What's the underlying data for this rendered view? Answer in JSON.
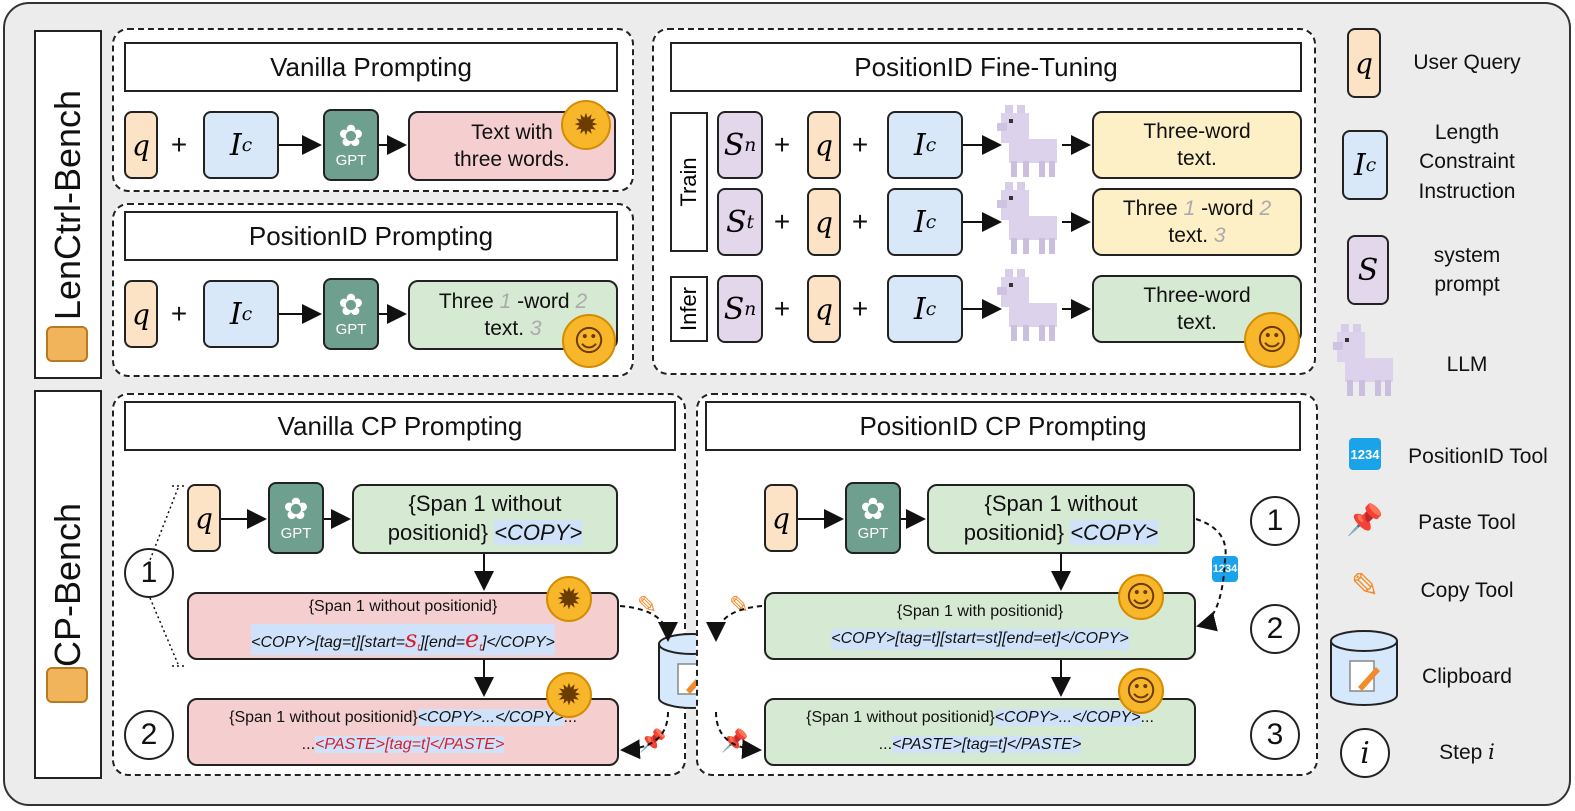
{
  "sections": {
    "lenctrl": "LenCtrl-Bench",
    "cp": "CP-Bench"
  },
  "titles": {
    "vanilla_prompting": "Vanilla Prompting",
    "positionid_prompting": "PositionID Prompting",
    "positionid_finetuning": "PositionID Fine-Tuning",
    "vanilla_cp": "Vanilla CP Prompting",
    "positionid_cp": "PositionID CP Prompting"
  },
  "symbols": {
    "q": "q",
    "I": "I",
    "c": "c",
    "S": "S",
    "n": "n",
    "t": "t",
    "plus": "+",
    "gpt": "GPT",
    "gpt_logo": "✿"
  },
  "vanilla_out": {
    "l1": "Text with",
    "l2": "three words."
  },
  "pid_out": {
    "w1": "Three",
    "n1": "1",
    "w2": "-word",
    "n2": "2",
    "w3": "text.",
    "n3": "3"
  },
  "ft": {
    "train": "Train",
    "infer": "Infer",
    "out1_l1": "Three-word",
    "out1_l2": "text.",
    "out2_w1": "Three",
    "out2_n1": "1",
    "out2_w2": "-word",
    "out2_n2": "2",
    "out2_w3": "text.",
    "out2_n3": "3",
    "out3_l1": "Three-word",
    "out3_l2": "text."
  },
  "vcp": {
    "span_top_l1": "{Span 1 without",
    "span_top_l2": "positionid}",
    "copy": "<COPY>",
    "mid_l1": "{Span 1 without positionid}",
    "mid_copy_a": "<COPY>[tag=t][start=",
    "mid_st": "s",
    "mid_copy_b": "][end=",
    "mid_et": "e",
    "mid_copy_c": "]</COPY>",
    "bot_a": "{Span 1 without positionid}",
    "bot_copy": "<COPY>...</COPY>",
    "bot_dots1": "...",
    "bot_dots2": "...",
    "bot_paste": "<PASTE>[tag=t]</PASTE>",
    "step1": "1",
    "step2": "2"
  },
  "pcp": {
    "span_top_l1": "{Span 1 without",
    "span_top_l2": "positionid}",
    "copy": "<COPY>",
    "mid_l1": "{Span 1 with positionid}",
    "mid_l2": "<COPY>[tag=t][start=st][end=et]</COPY>",
    "bot_a": "{Span 1 without positionid}",
    "bot_copy": "<COPY>...</COPY>",
    "bot_dots1": "...",
    "bot_dots2": "...",
    "bot_paste": "<PASTE>[tag=t]</PASTE>",
    "step1": "1",
    "step2": "2",
    "step3": "3"
  },
  "legend": {
    "user_query": "User Query",
    "lci_l1": "Length",
    "lci_l2": "Constraint",
    "lci_l3": "Instruction",
    "sys_l1": "system",
    "sys_l2": "prompt",
    "llm": "LLM",
    "pos_tool": "PositionID Tool",
    "paste_tool": "Paste Tool",
    "copy_tool": "Copy Tool",
    "clipboard": "Clipboard",
    "step": "Step",
    "step_i": "i",
    "pos_icon_digits": "1234"
  },
  "icons": {
    "box": "package-icon",
    "gpt": "openai-logo-icon",
    "face_exploding": "exploding-head-icon",
    "face_yum": "yum-face-icon",
    "llama": "llama-icon",
    "pin": "pushpin-icon",
    "pencil": "pencil-icon",
    "clipboard": "database-clipboard-icon",
    "positionid": "positionid-tool-icon"
  },
  "colors": {
    "query": "#fde3c6",
    "instruction": "#d9e8f8",
    "system": "#e3d7ec",
    "gpt": "#6f9f8f",
    "bad": "#f5cfcf",
    "good": "#d6ead3",
    "train_out": "#fdf0c6",
    "highlight": "#cfe2fa"
  }
}
